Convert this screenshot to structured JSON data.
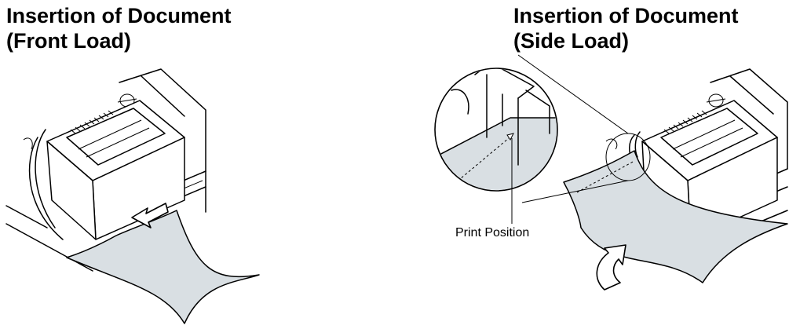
{
  "panels": {
    "front": {
      "title_line1": "Insertion of Document",
      "title_line2": "(Front Load)"
    },
    "side": {
      "title_line1": "Insertion of Document",
      "title_line2": "(Side Load)"
    }
  },
  "callouts": {
    "print_position": "Print Position"
  },
  "colors": {
    "paper_fill": "#d9dfe3",
    "outline": "#000000"
  }
}
